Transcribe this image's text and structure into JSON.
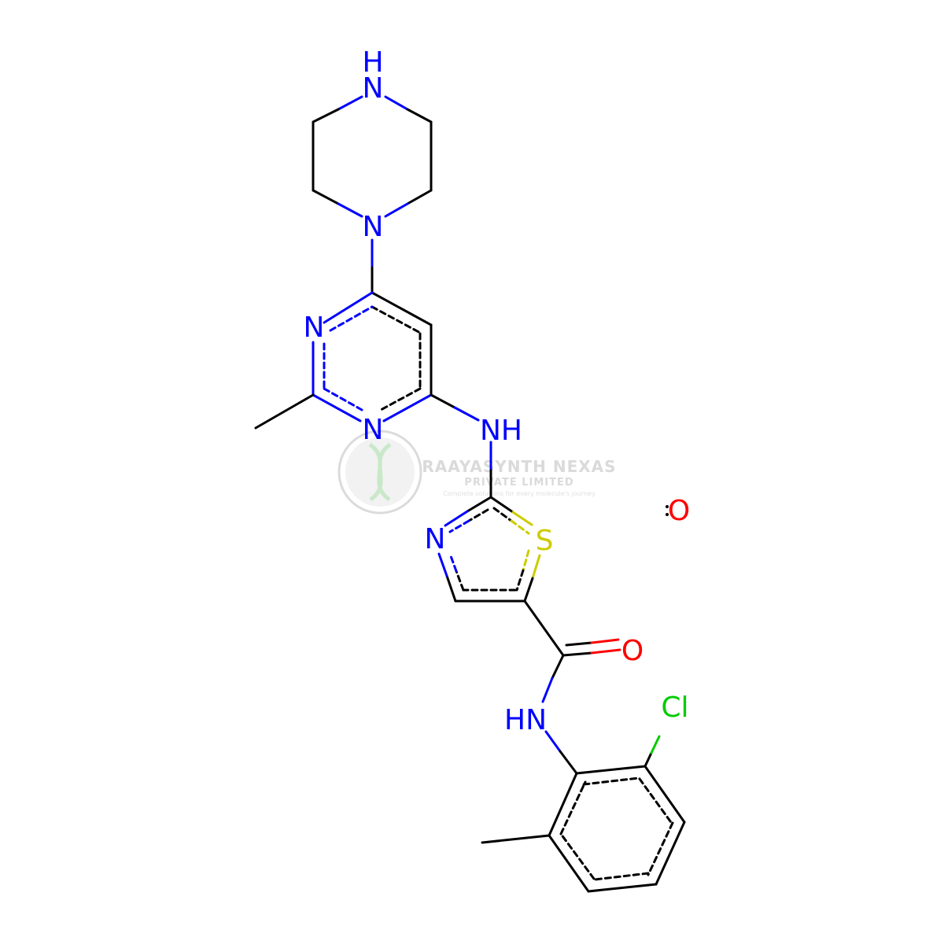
{
  "colors": {
    "carbon": "#000000",
    "nitrogen": "#0000ff",
    "oxygen": "#ff0000",
    "sulfur": "#cccc00",
    "chlorine": "#00cc00",
    "watermark": "#cfcfcf",
    "watermark_accent": "#bfe6bf"
  },
  "atom_labels": {
    "nh_top": "N",
    "nh_top_h": "H",
    "n_pip": "N",
    "n_pyr_upper": "N",
    "n_pyr_lower": "N",
    "nh_link": "NH",
    "n_thz": "N",
    "s_thz": "S",
    "o_carbonyl": "O",
    "hn_amide": "HN",
    "cl": "Cl",
    "o_radical": "O"
  },
  "watermark": {
    "company": "RAAYASYNTH NEXAS",
    "subtitle": "PRIVATE LIMITED",
    "tagline": "Complete solutions for every molecule's journey"
  }
}
